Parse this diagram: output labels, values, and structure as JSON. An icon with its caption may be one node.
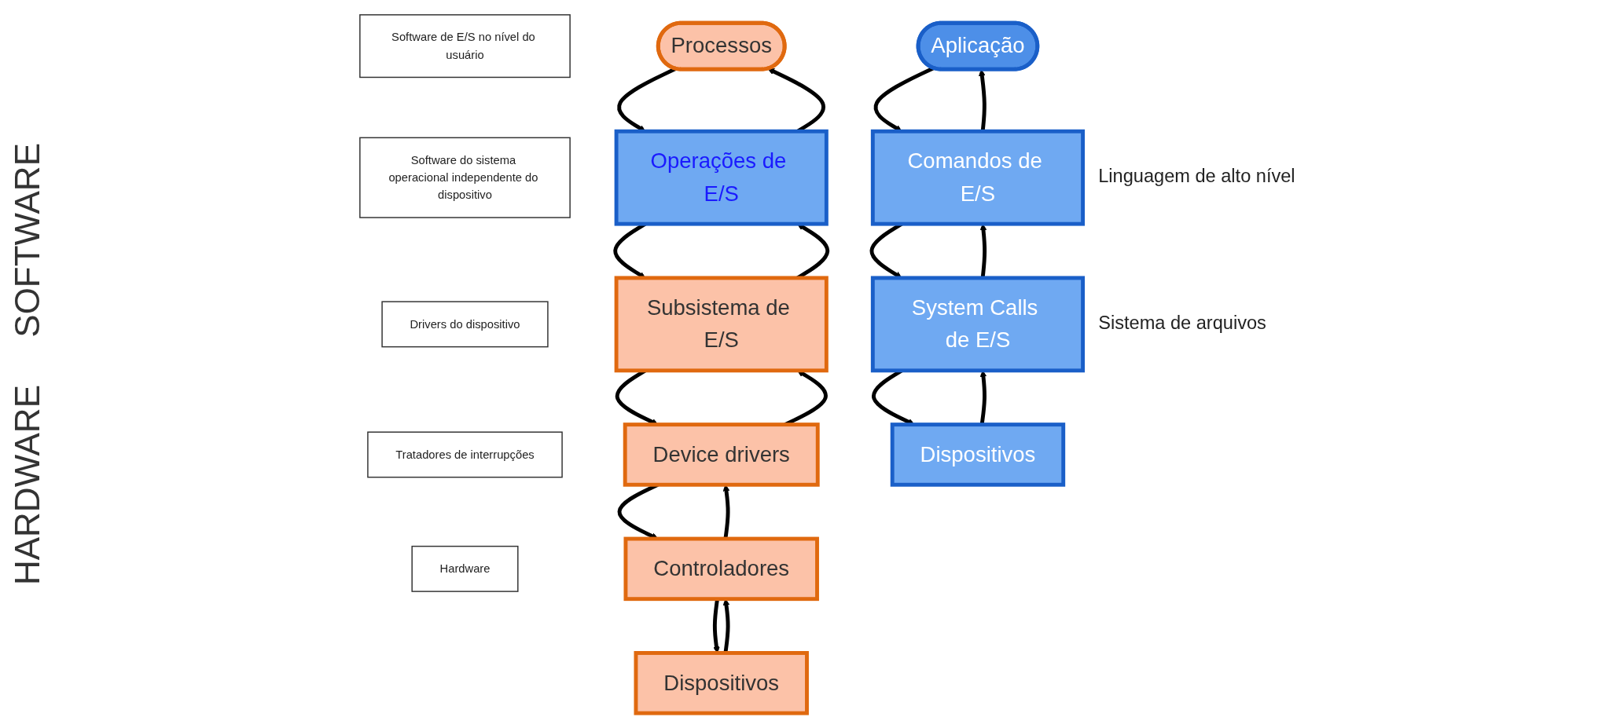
{
  "diagram": {
    "nodes": [
      {
        "text": [
          "Software de E/S no nível do usuário"
        ]
      },
      {
        "text": [
          "Software do sistema operacional independente do dispositivo"
        ]
      },
      {
        "text": [
          "Drivers do dispositivo"
        ]
      },
      {
        "text": [
          "Tratadores de interrupções"
        ]
      },
      {
        "text": [
          "Hardware"
        ]
      },
      {
        "text": [
          "Processos"
        ]
      },
      {
        "text": [
          "Operações de E/S"
        ]
      },
      {
        "text": [
          "Subsistema de E/S"
        ]
      },
      {
        "text": [
          "Device drivers"
        ]
      },
      {
        "text": [
          "Controladores"
        ]
      },
      {
        "text": [
          "Dispositivos"
        ]
      },
      {
        "text": [
          "Aplicação"
        ]
      },
      {
        "text": [
          "Comandos de E/S"
        ],
        "beside": [
          "Linguagem de alto nível"
        ]
      },
      {
        "text": [
          "System Calls de E/S"
        ],
        "beside": [
          "Sistema de arquivos"
        ]
      },
      {
        "text": [
          "Dispositivos"
        ]
      }
    ],
    "edges": [
      {
        "from": 5,
        "to": 6,
        "arrow": "to"
      },
      {
        "from": 6,
        "to": 5,
        "arrow": "to"
      },
      {
        "from": 6,
        "to": 7,
        "arrow": "to"
      },
      {
        "from": 7,
        "to": 6,
        "arrow": "to"
      },
      {
        "from": 7,
        "to": 8,
        "arrow": "to"
      },
      {
        "from": 8,
        "to": 7,
        "arrow": "to"
      },
      {
        "from": 8,
        "to": 9,
        "arrow": "to"
      },
      {
        "from": 9,
        "to": 8,
        "arrow": "to"
      },
      {
        "from": 9,
        "to": 10,
        "arrow": "to"
      },
      {
        "from": 10,
        "to": 9,
        "arrow": "to"
      },
      {
        "from": 11,
        "to": 12,
        "arrow": "to"
      },
      {
        "from": 12,
        "to": 11,
        "arrow": "to"
      },
      {
        "from": 12,
        "to": 13,
        "arrow": "to"
      },
      {
        "from": 13,
        "to": 12,
        "arrow": "to"
      },
      {
        "from": 13,
        "to": 14,
        "arrow": "to"
      },
      {
        "from": 14,
        "to": 13,
        "arrow": "to"
      }
    ],
    "labels": [
      "SOFTWARE",
      "HARDWARE"
    ]
  }
}
